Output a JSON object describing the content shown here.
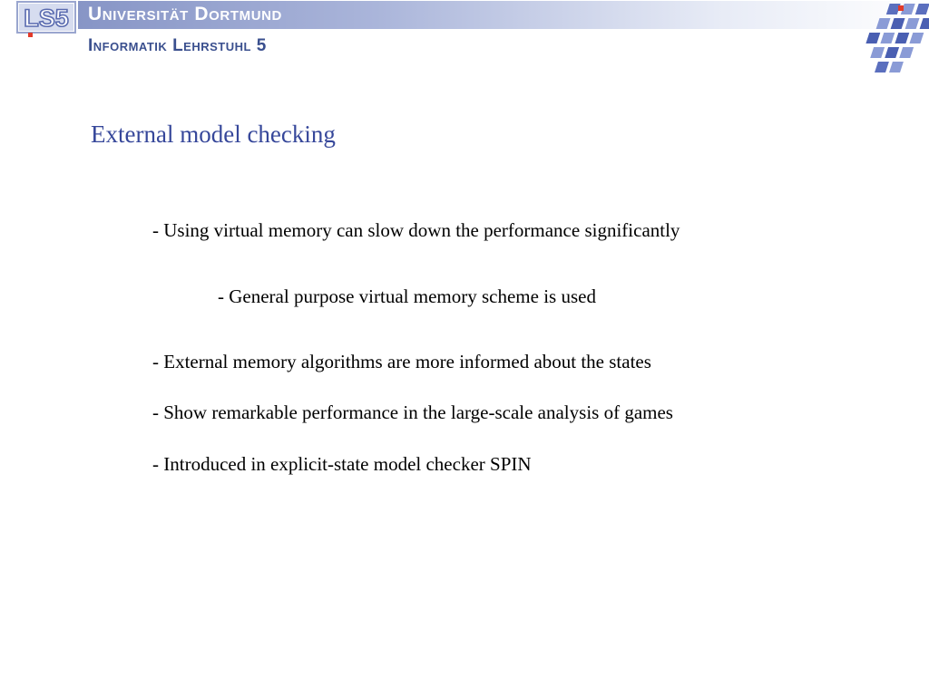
{
  "header": {
    "ls5_logo_text": "LS5",
    "university_name": "Universität Dortmund",
    "chair_name": "Informatik Lehrstuhl 5",
    "accent_color": "#36479a",
    "bar_color": "#8795c6"
  },
  "slide": {
    "title": "External model checking",
    "bullets": [
      "- Using virtual memory can slow down the performance significantly",
      "- General purpose virtual memory scheme is used",
      "- External memory algorithms are more informed about the states",
      "- Show remarkable performance in the large-scale analysis of games",
      "- Introduced in explicit-state model checker SPIN"
    ]
  },
  "icons": {
    "ls5_logo": "ls5-logo-icon",
    "university_logo": "university-logo-icon"
  }
}
